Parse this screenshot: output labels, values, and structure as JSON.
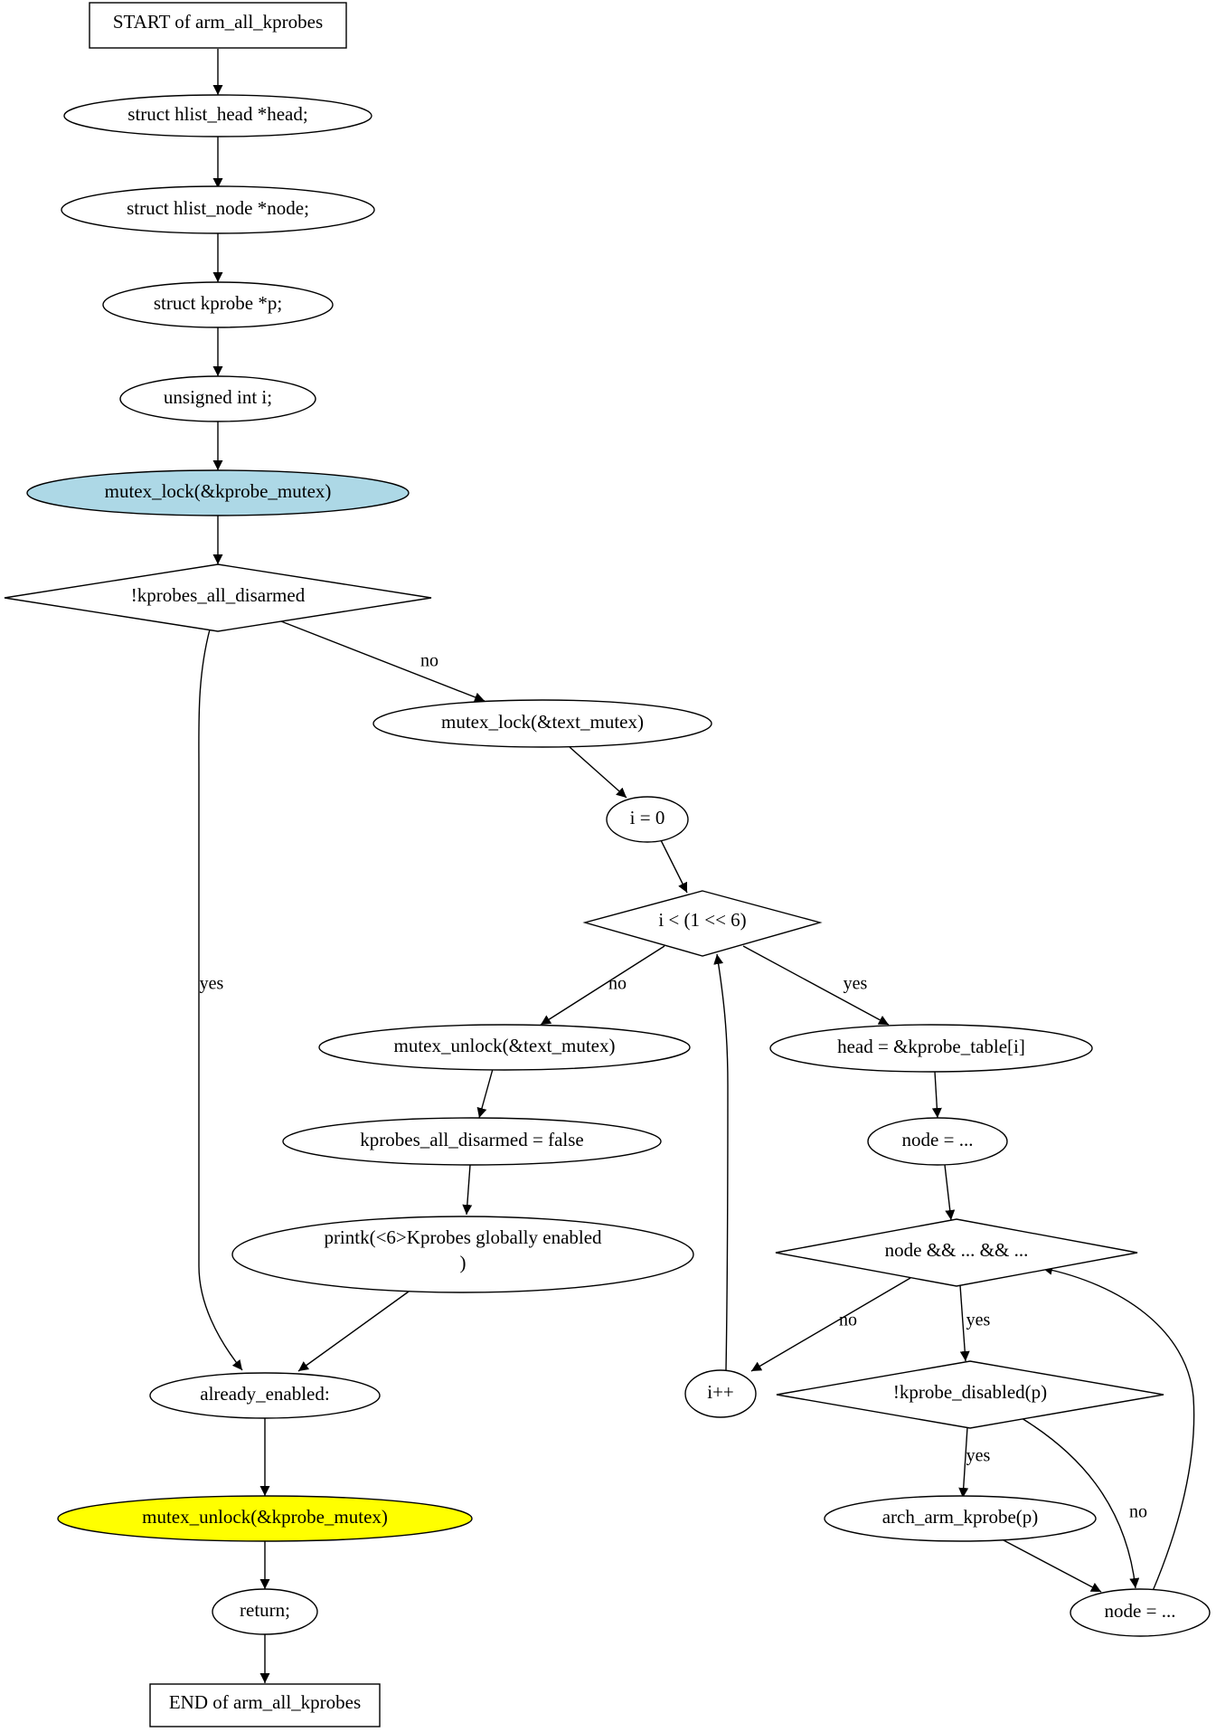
{
  "nodes": {
    "start": "START of arm_all_kprobes",
    "decl_head": "struct hlist_head *head;",
    "decl_node": "struct hlist_node *node;",
    "decl_p": "struct kprobe *p;",
    "decl_i": "unsigned int i;",
    "lock_kprobe": "mutex_lock(&kprobe_mutex)",
    "cond_disarmed": "!kprobes_all_disarmed",
    "lock_text": "mutex_lock(&text_mutex)",
    "init_i": "i = 0",
    "cond_loop": "i < (1 << 6)",
    "unlock_text": "mutex_unlock(&text_mutex)",
    "set_disarmed": "kprobes_all_disarmed = false",
    "printk_line1": "printk(<6>Kprobes globally enabled",
    "printk_line2": ")",
    "already_enabled": "already_enabled:",
    "unlock_kprobe": "mutex_unlock(&kprobe_mutex)",
    "return": "return;",
    "end": "END of arm_all_kprobes",
    "assign_head": "head = &kprobe_table[i]",
    "node_init": "node = ...",
    "cond_node": "node && ... && ...",
    "inc_i": "i++",
    "cond_kprobe": "!kprobe_disabled(p)",
    "arch_arm": "arch_arm_kprobe(p)",
    "node_next": "node = ..."
  },
  "edge_labels": {
    "disarmed_no": "no",
    "disarmed_yes": "yes",
    "loop_no": "no",
    "loop_yes": "yes",
    "node_no": "no",
    "node_yes": "yes",
    "kprobe_yes": "yes",
    "kprobe_no": "no"
  },
  "colors": {
    "lock_kprobe_fill": "#ADD8E6",
    "unlock_kprobe_fill": "#FFFF00"
  }
}
